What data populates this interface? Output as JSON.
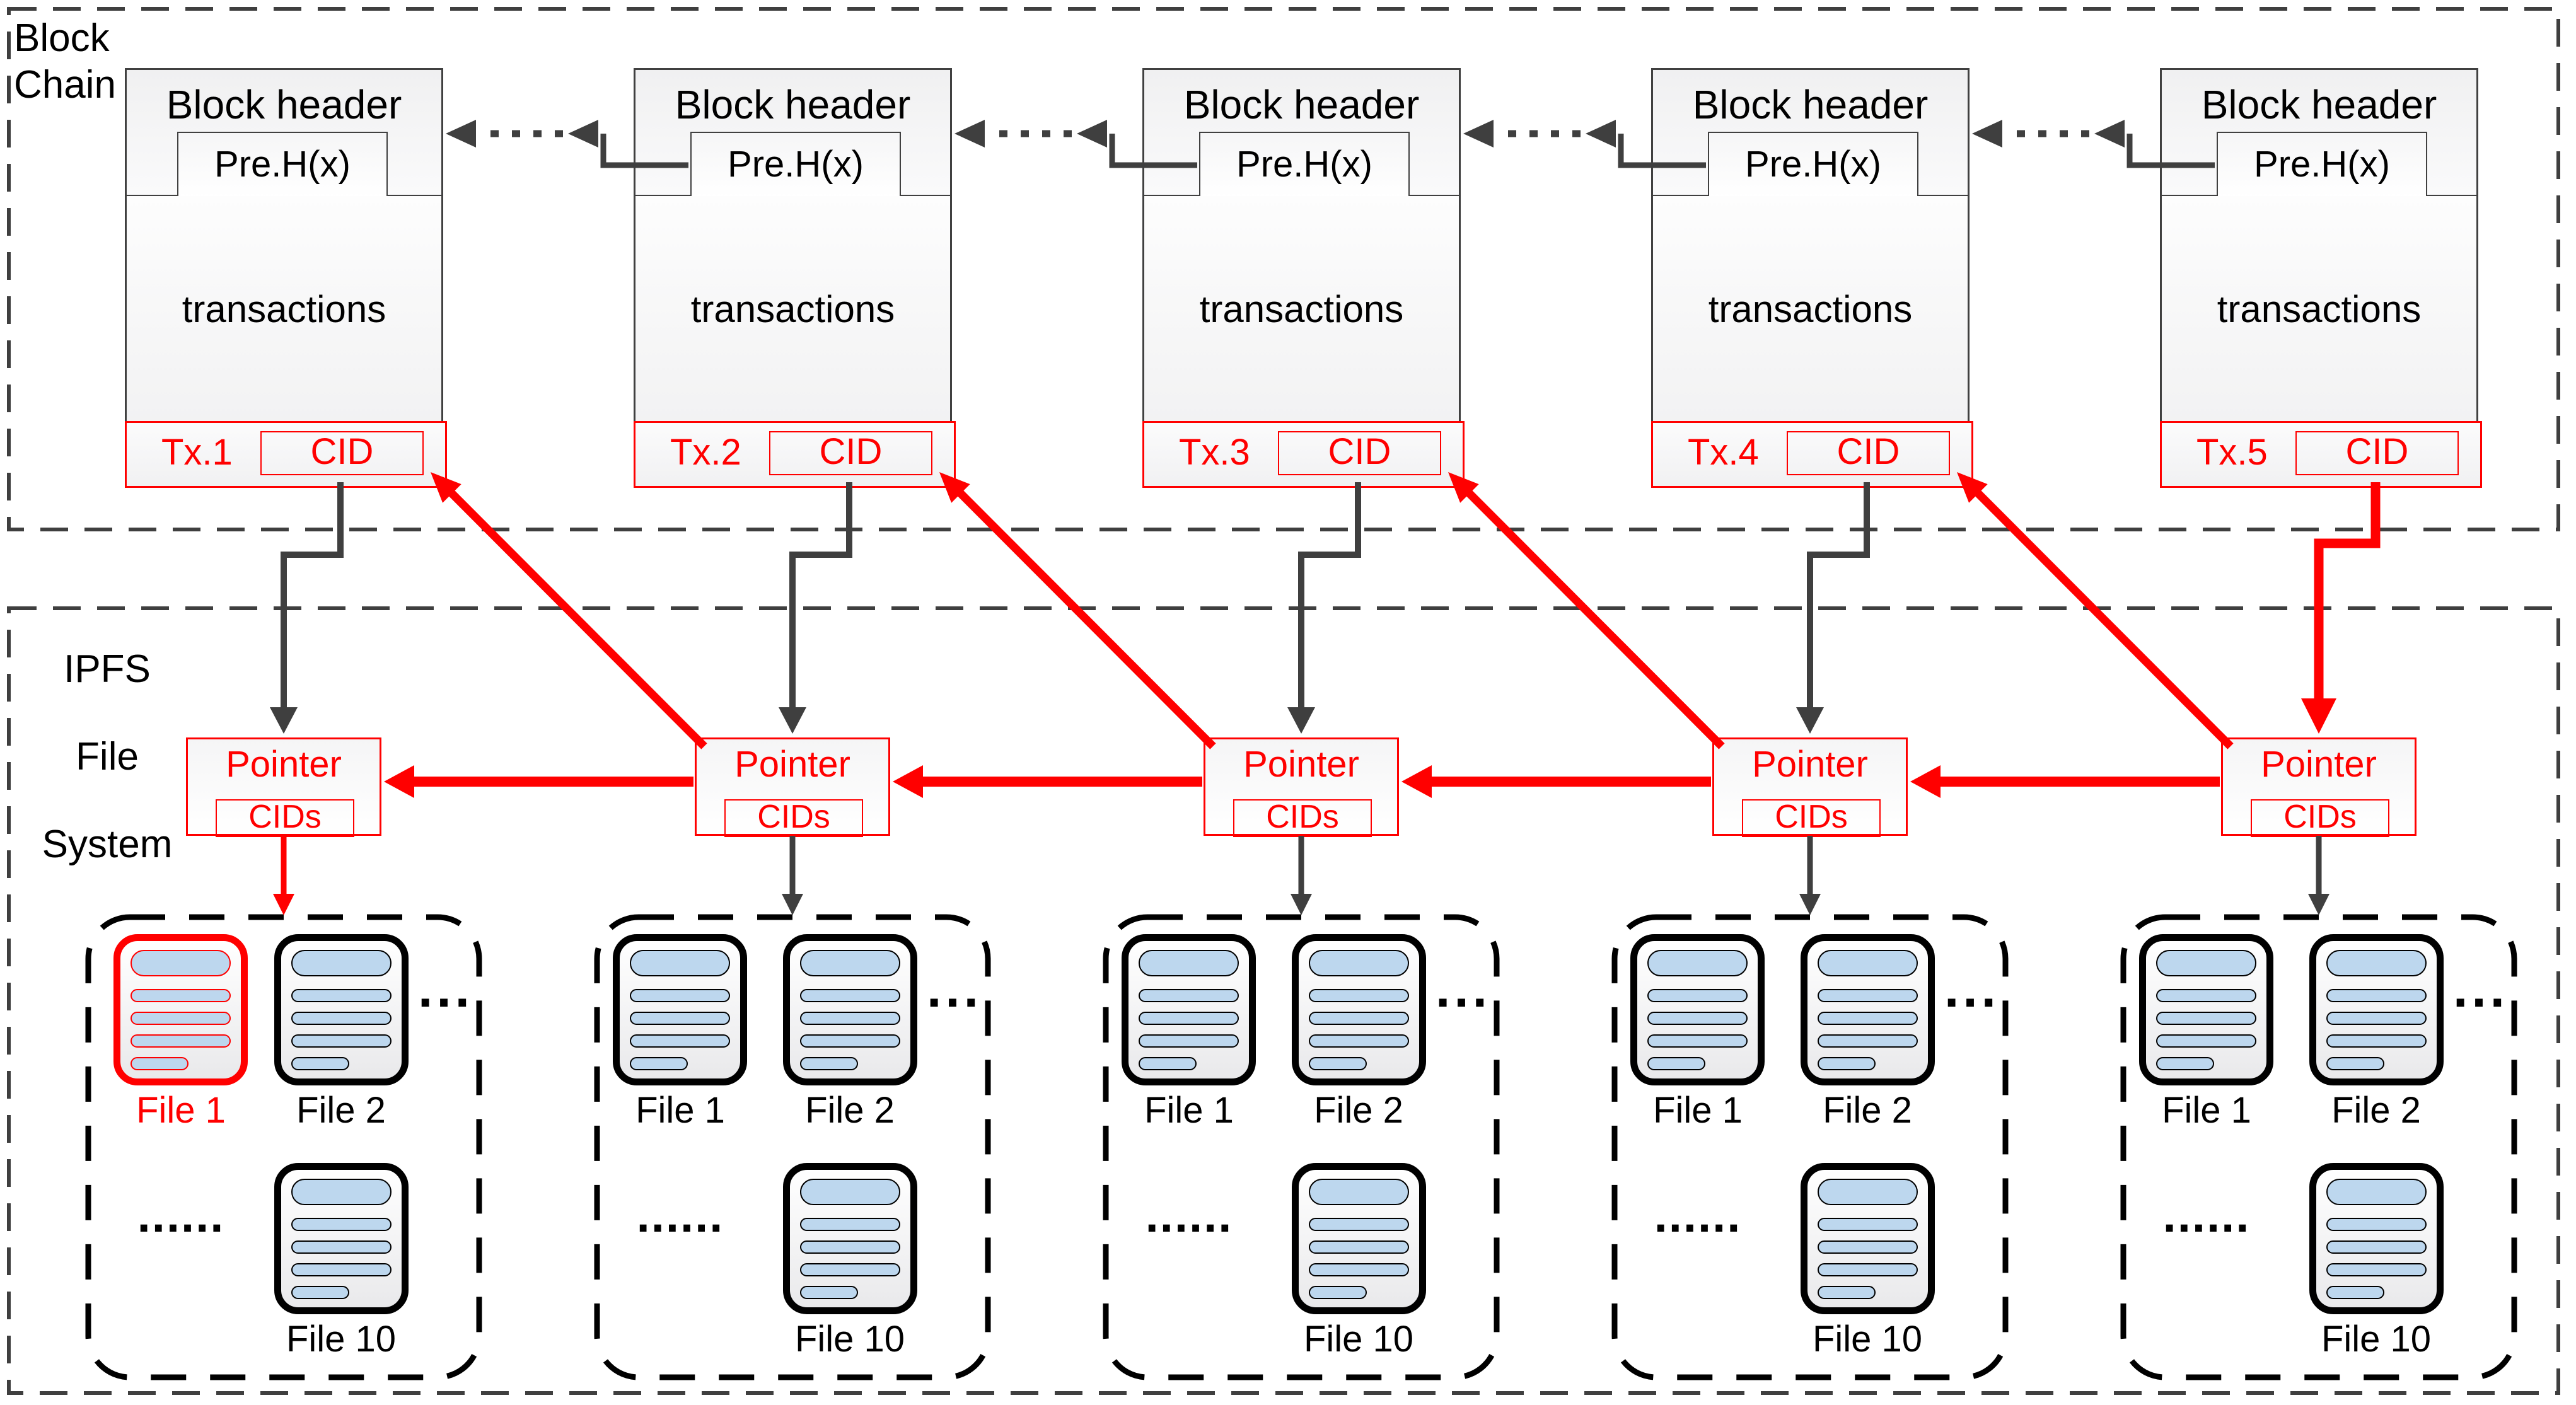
{
  "sections": {
    "blockchain": {
      "label_line1": "Block",
      "label_line2": "Chain"
    },
    "ipfs": {
      "label_line1": "IPFS",
      "label_line2": "File",
      "label_line3": "System"
    }
  },
  "blocks": [
    {
      "header_label": "Block header",
      "prehash_label": "Pre.H(x)",
      "body_label": "transactions",
      "tx_label": "Tx.1",
      "cid_label": "CID"
    },
    {
      "header_label": "Block header",
      "prehash_label": "Pre.H(x)",
      "body_label": "transactions",
      "tx_label": "Tx.2",
      "cid_label": "CID"
    },
    {
      "header_label": "Block header",
      "prehash_label": "Pre.H(x)",
      "body_label": "transactions",
      "tx_label": "Tx.3",
      "cid_label": "CID"
    },
    {
      "header_label": "Block header",
      "prehash_label": "Pre.H(x)",
      "body_label": "transactions",
      "tx_label": "Tx.4",
      "cid_label": "CID"
    },
    {
      "header_label": "Block header",
      "prehash_label": "Pre.H(x)",
      "body_label": "transactions",
      "tx_label": "Tx.5",
      "cid_label": "CID"
    }
  ],
  "pointers": [
    {
      "label": "Pointer",
      "cids_label": "CIDs"
    },
    {
      "label": "Pointer",
      "cids_label": "CIDs"
    },
    {
      "label": "Pointer",
      "cids_label": "CIDs"
    },
    {
      "label": "Pointer",
      "cids_label": "CIDs"
    },
    {
      "label": "Pointer",
      "cids_label": "CIDs"
    }
  ],
  "file_groups": [
    {
      "file1_label": "File 1",
      "file2_label": "File 2",
      "file10_label": "File 10",
      "row1_ellipsis": "...",
      "row2_ellipsis": "......",
      "highlighted_file": "File 1"
    },
    {
      "file1_label": "File 1",
      "file2_label": "File 2",
      "file10_label": "File 10",
      "row1_ellipsis": "...",
      "row2_ellipsis": "......",
      "highlighted_file": null
    },
    {
      "file1_label": "File 1",
      "file2_label": "File 2",
      "file10_label": "File 10",
      "row1_ellipsis": "...",
      "row2_ellipsis": "......",
      "highlighted_file": null
    },
    {
      "file1_label": "File 1",
      "file2_label": "File 2",
      "file10_label": "File 10",
      "row1_ellipsis": "...",
      "row2_ellipsis": "......",
      "highlighted_file": null
    },
    {
      "file1_label": "File 1",
      "file2_label": "File 2",
      "file10_label": "File 10",
      "row1_ellipsis": "...",
      "row2_ellipsis": "......",
      "highlighted_file": null
    }
  ],
  "colors": {
    "accent_red": "#FF0000",
    "arrow_dark": "#3F3F3F",
    "black": "#000000",
    "doc_line_blue": "#BDD7EE"
  }
}
